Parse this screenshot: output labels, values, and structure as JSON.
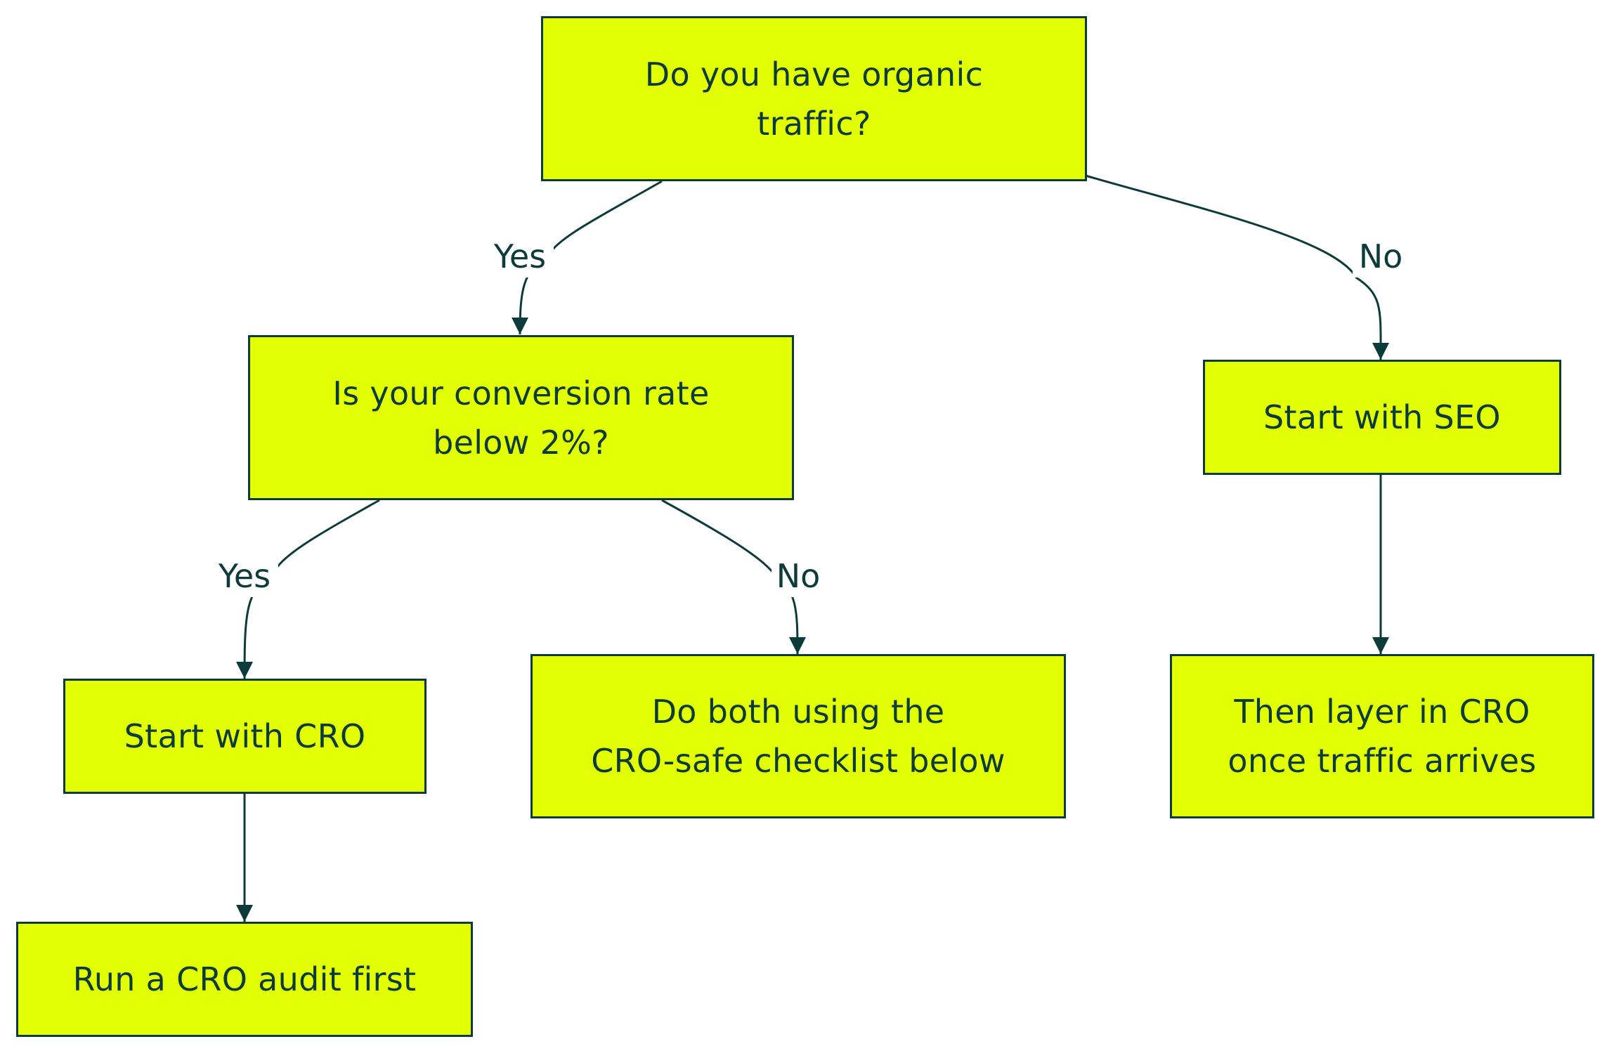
{
  "colors": {
    "node_fill": "#e2ff05",
    "stroke": "#0d3b3b",
    "text": "#0d3b3b",
    "background": "#ffffff"
  },
  "nodes": {
    "organic": {
      "lines": [
        "Do you have organic",
        "traffic?"
      ]
    },
    "conversion": {
      "lines": [
        "Is your conversion rate",
        "below 2%?"
      ]
    },
    "seo": {
      "lines": [
        "Start with SEO"
      ]
    },
    "cro": {
      "lines": [
        "Start with CRO"
      ]
    },
    "both": {
      "lines": [
        "Do both using the",
        "CRO-safe checklist below"
      ]
    },
    "layer": {
      "lines": [
        "Then layer in CRO",
        "once traffic arrives"
      ]
    },
    "audit": {
      "lines": [
        "Run a CRO audit first"
      ]
    }
  },
  "edges": {
    "organic_yes": "Yes",
    "organic_no": "No",
    "conversion_yes": "Yes",
    "conversion_no": "No"
  }
}
